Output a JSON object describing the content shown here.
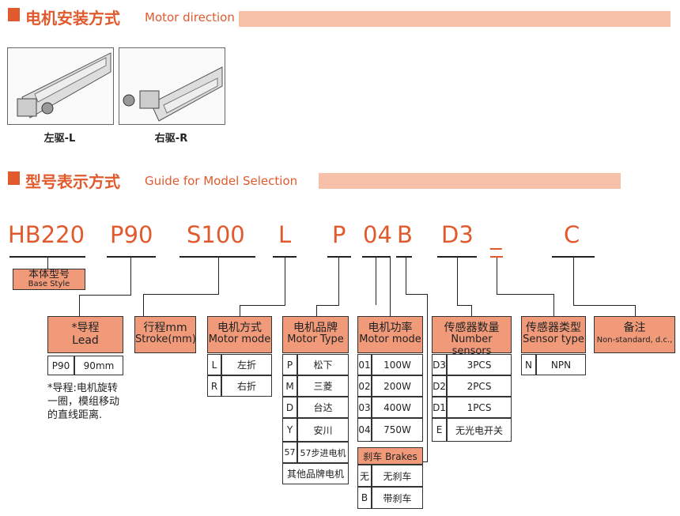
{
  "section1": {
    "title_cn": "电机安装方式",
    "title_en": "Motor direction"
  },
  "drive_options": [
    {
      "label": "左驱-L"
    },
    {
      "label": "右驱-R"
    }
  ],
  "section2": {
    "title_cn": "型号表示方式",
    "title_en": "Guide for Model Selection"
  },
  "model_codes": [
    "HB220",
    "P90",
    "S100",
    "L",
    "P",
    "04",
    "B",
    "D3",
    "_",
    "C"
  ],
  "base_style": {
    "cn": "本体型号",
    "en": "Base Style"
  },
  "columns": {
    "lead": {
      "cn": "*导程",
      "en": "Lead",
      "rows": [
        [
          "P90",
          "90mm"
        ]
      ],
      "note": "*导程:电机旋转一圈，模组移动的直线距离."
    },
    "stroke": {
      "cn": "行程mm",
      "en": "Stroke(mm)"
    },
    "motor_mode": {
      "cn": "电机方式",
      "en": "Motor mode",
      "rows": [
        [
          "L",
          "左折"
        ],
        [
          "R",
          "右折"
        ]
      ]
    },
    "motor_brand": {
      "cn": "电机品牌",
      "en": "Motor Type",
      "rows": [
        [
          "P",
          "松下"
        ],
        [
          "M",
          "三菱"
        ],
        [
          "D",
          "台达"
        ],
        [
          "Y",
          "安川"
        ],
        [
          "57",
          "57步进电机"
        ]
      ],
      "extra": "其他品牌电机"
    },
    "motor_power": {
      "cn": "电机功率",
      "en": "Motor mode",
      "rows": [
        [
          "01",
          "100W"
        ],
        [
          "02",
          "200W"
        ],
        [
          "03",
          "400W"
        ],
        [
          "04",
          "750W"
        ]
      ]
    },
    "brakes": {
      "header": "刹车 Brakes",
      "rows": [
        [
          "无",
          "无刹车"
        ],
        [
          "B",
          "带刹车"
        ]
      ]
    },
    "sensor_count": {
      "cn": "传感器数量",
      "en": "Number sensors",
      "rows": [
        [
          "D3",
          "3PCS"
        ],
        [
          "D2",
          "2PCS"
        ],
        [
          "D1",
          "1PCS"
        ],
        [
          "E",
          "无光电开关"
        ]
      ]
    },
    "sensor_type": {
      "cn": "传感器类型",
      "en": "Sensor type",
      "rows": [
        [
          "N",
          "NPN"
        ]
      ]
    },
    "remark": {
      "cn": "备注",
      "en": "Non-standard, d.c.,"
    }
  }
}
